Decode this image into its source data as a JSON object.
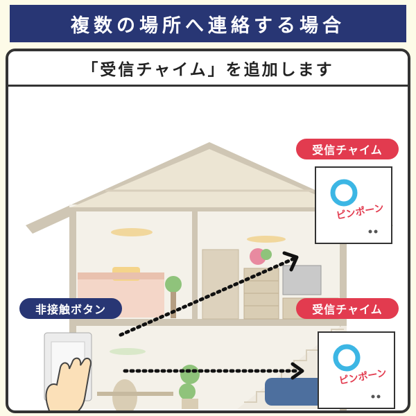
{
  "header": {
    "title": "複数の場所へ連絡する場合"
  },
  "subtitle": "「受信チャイム」を追加します",
  "labels": {
    "chime_top": "受信チャイム",
    "chime_bottom": "受信チャイム",
    "button": "非接触ボタン"
  },
  "chime_text": "ピンポーン",
  "colors": {
    "navy": "#283674",
    "red": "#e23b4f",
    "chime_ring": "#3cb6e4"
  },
  "icons": [
    "chime-device-icon",
    "touchless-button-icon",
    "hand-icon",
    "arrow-icon"
  ]
}
